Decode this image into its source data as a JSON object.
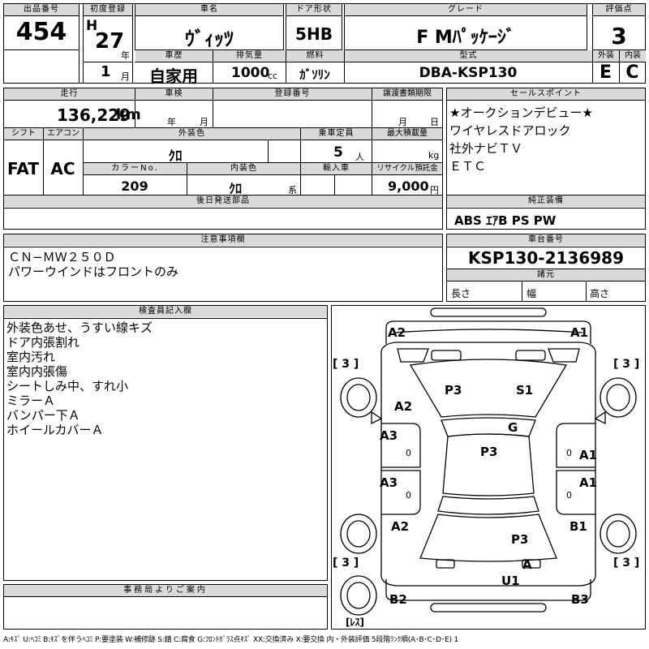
{
  "header": {
    "lot_label": "出品番号",
    "lot_value": "454",
    "reg_label": "初度登録",
    "era": "H",
    "year_value": "27",
    "year_unit": "年",
    "month_value": "1",
    "month_unit": "月",
    "car_name_label": "車名",
    "car_name": "ｳﾞｨｯﾂ",
    "door_label": "ドア形状",
    "door_value": "5HB",
    "grade_label": "グレード",
    "grade_value": "F Mﾊﾟｯｹｰｼﾞ",
    "score_label": "評価点",
    "score_value": "3",
    "history_label": "車歴",
    "history_value": "自家用",
    "disp_label": "排気量",
    "disp_value": "1000",
    "disp_unit": "cc",
    "fuel_label": "燃料",
    "fuel_value": "ｶﾞｿﾘﾝ",
    "model_label": "型式",
    "model_value": "DBA-KSP130",
    "ext_label": "外装",
    "ext_value": "E",
    "int_label": "内装",
    "int_value": "C"
  },
  "row2": {
    "mileage_label": "走行",
    "mileage_value": "136,229",
    "mileage_unit": "km",
    "inspection_label": "車検",
    "insp_year_unit": "年",
    "insp_month_unit": "月",
    "regno_label": "登録番号",
    "transfer_label": "譲渡書類期限",
    "transfer_month_unit": "月",
    "transfer_day_unit": "日",
    "shift_label": "シフト",
    "shift_value": "FAT",
    "ac_label": "エアコン",
    "ac_value": "AC",
    "ext_color_label": "外装色",
    "ext_color_value": "ｸﾛ",
    "capacity_label": "乗車定員",
    "capacity_value": "5",
    "capacity_unit": "人",
    "maxload_label": "最大積載量",
    "maxload_unit": "kg",
    "colorno_label": "カラーNo.",
    "colorno_value": "209",
    "int_color_label": "内装色",
    "int_color_value": "ｸﾛ",
    "int_color_unit": "系",
    "import_label": "輸入車",
    "recycle_label": "リサイクル預託金",
    "recycle_value": "9,000",
    "recycle_unit": "円",
    "later_label": "後日発送部品"
  },
  "sales": {
    "label": "セールスポイント",
    "items": [
      "★オークションデビュー★",
      "ワイヤレスドアロック",
      "社外ナビＴＶ",
      "ＥＴＣ"
    ]
  },
  "equip": {
    "label": "純正装備",
    "value": "ABS ｴｱB PS PW"
  },
  "notes": {
    "label": "注意事項欄",
    "lines": [
      "ＣＮ−ＭＷ２５０Ｄ",
      "パワーウインドはフロントのみ"
    ]
  },
  "chassis": {
    "label": "車台番号",
    "value": "KSP130-2136989",
    "spec_label": "諸元",
    "length_label": "長さ",
    "width_label": "幅",
    "height_label": "高さ"
  },
  "inspector": {
    "label": "検査員記入欄",
    "lines": [
      "外装色あせ、うすい線キズ",
      "ドア内張割れ",
      "室内汚れ",
      "室内内張傷",
      "シートしみ中、すれ小",
      "ミラーＡ",
      "バンパー下Ａ",
      "ホイールカバーＡ"
    ]
  },
  "office": {
    "label": "事務局よりご案内"
  },
  "diagram": {
    "marks": {
      "a2_tl": "A2",
      "a1_tr": "A1",
      "p3_hood": "P3",
      "s1_hood": "S1",
      "g_glass": "G",
      "a2_lf": "A2",
      "a3_l1": "A3",
      "p3_roof": "P3",
      "a1_r1": "A1",
      "a3_l2": "A3",
      "a1_r2": "A1",
      "a2_lr": "A2",
      "b1_rr": "B1",
      "p3_trunk": "P3",
      "a_rear": "A",
      "u1_rear": "U1",
      "b2_bl": "B2",
      "b3_br": "B3",
      "z_l1": "0",
      "z_r1": "0",
      "z_l2": "0",
      "z_r2": "0"
    },
    "tires": {
      "tl": "[ 3 ]",
      "tr": "[ 3 ]",
      "bl": "[ 3 ]",
      "br": "[ 3 ]"
    },
    "spare": "[ﾚｽ]"
  },
  "legend": "A:ｷｽﾞ U:ﾍｺﾐ B:ｷｽﾞを伴うﾍｺﾐ P:要塗装 W:補修跡 S:錆 C:腐食 G:ﾌﾛﾝﾄｶﾞﾗｽ点ｷｽﾞ XX:交換済み X:要交換 内・外装評価 5段階ﾗﾝｸ順(A･B･C･D･E) 1"
}
